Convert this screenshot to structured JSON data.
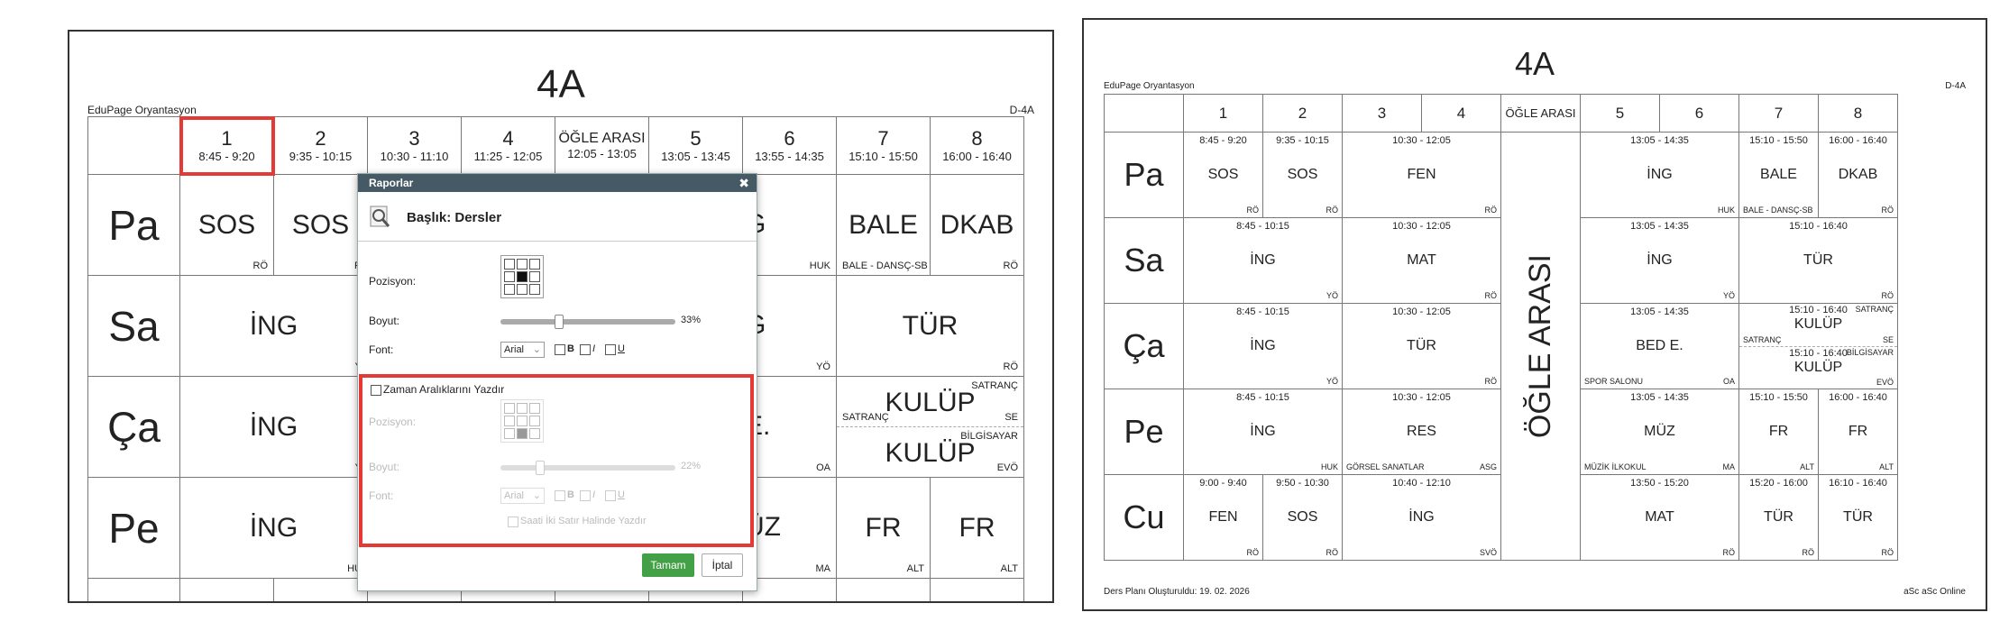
{
  "left": {
    "title": "4A",
    "school": "EduPage Oryantasyon",
    "code": "D-4A",
    "periods": [
      {
        "num": "1",
        "time": "8:45 - 9:20"
      },
      {
        "num": "2",
        "time": "9:35 - 10:15"
      },
      {
        "num": "3",
        "time": "10:30 - 11:10"
      },
      {
        "num": "4",
        "time": "11:25 - 12:05"
      },
      {
        "num": "ÖĞLE ARASI",
        "time": "12:05 - 13:05"
      },
      {
        "num": "5",
        "time": "13:05 - 13:45"
      },
      {
        "num": "6",
        "time": "13:55 - 14:35"
      },
      {
        "num": "7",
        "time": "15:10 - 15:50"
      },
      {
        "num": "8",
        "time": "16:00 - 16:40"
      }
    ],
    "days": [
      "Pa",
      "Sa",
      "Ça",
      "Pe"
    ],
    "cells": {
      "pa_1": "SOS",
      "pa_1_r": "RÖ",
      "pa_2": "SOS",
      "pa_2_r": "R",
      "pa_6": "G",
      "pa_6_r": "HUK",
      "pa_7": "BALE",
      "pa_7_l": "BALE - DANSÇ-SB",
      "pa_8": "DKAB",
      "pa_8_r": "RÖ",
      "sa_1": "İNG",
      "sa_1_r": "Y",
      "sa_6": "G",
      "sa_6_r": "YÖ",
      "sa_7": "TÜR",
      "sa_7_r": "RÖ",
      "ca_1": "İNG",
      "ca_1_r": "Y",
      "ca_6": "E.",
      "ca_6_r": "OA",
      "ca_7_a": "KULÜP",
      "ca_7_a_tr": "SATRANÇ",
      "ca_7_a_l": "SATRANÇ",
      "ca_7_a_r": "SE",
      "ca_7_b": "KULÜP",
      "ca_7_b_tr": "BİLGİSAYAR",
      "ca_7_b_r": "EVÖ",
      "pe_1": "İNG",
      "pe_1_r": "HU",
      "pe_6": "ÜZ",
      "pe_6_r": "MA",
      "pe_7": "FR",
      "pe_7_r": "ALT",
      "pe_8": "FR",
      "pe_8_r": "ALT"
    }
  },
  "dialog": {
    "window_title": "Raporlar",
    "heading": "Başlık: Dersler",
    "position_label": "Pozisyon:",
    "size_label": "Boyut:",
    "size_value": "33%",
    "size_fraction": 0.33,
    "font_label": "Font:",
    "font_value": "Arial",
    "bold": "B",
    "italic": "I",
    "underline": "U",
    "time_checkbox_label": "Zaman Aralıklarını Yazdır",
    "time_position_label": "Pozisyon:",
    "time_size_label": "Boyut:",
    "time_size_value": "22%",
    "time_size_fraction": 0.22,
    "time_font_label": "Font:",
    "time_font_value": "Arial",
    "two_rows_label": "Saati İki Satır Halinde Yazdır",
    "ok_label": "Tamam",
    "cancel_label": "İptal"
  },
  "right": {
    "title": "4A",
    "school": "EduPage Oryantasyon",
    "code": "D-4A",
    "headers": [
      "1",
      "2",
      "3",
      "4",
      "ÖĞLE ARASI",
      "5",
      "6",
      "7",
      "8"
    ],
    "lunch_vertical": "ÖĞLE ARASI",
    "days": [
      "Pa",
      "Sa",
      "Ça",
      "Pe",
      "Cu"
    ],
    "rows": {
      "pa": {
        "c1_t": "8:45 - 9:20",
        "c1": "SOS",
        "c1_r": "RÖ",
        "c2_t": "9:35 - 10:15",
        "c2": "SOS",
        "c2_r": "RÖ",
        "c34_t": "10:30 - 12:05",
        "c34": "FEN",
        "c34_r": "RÖ",
        "c56_t": "13:05 - 14:35",
        "c56": "İNG",
        "c56_r": "HUK",
        "c7_t": "15:10 - 15:50",
        "c7": "BALE",
        "c7_l": "BALE - DANSÇ-SB",
        "c8_t": "16:00 - 16:40",
        "c8": "DKAB",
        "c8_r": "RÖ"
      },
      "sa": {
        "c12_t": "8:45 - 10:15",
        "c12": "İNG",
        "c12_r": "YÖ",
        "c34_t": "10:30 - 12:05",
        "c34": "MAT",
        "c34_r": "RÖ",
        "c56_t": "13:05 - 14:35",
        "c56": "İNG",
        "c56_r": "YÖ",
        "c78_t": "15:10 - 16:40",
        "c78": "TÜR",
        "c78_r": "RÖ"
      },
      "ca": {
        "c12_t": "8:45 - 10:15",
        "c12": "İNG",
        "c12_r": "YÖ",
        "c34_t": "10:30 - 12:05",
        "c34": "TÜR",
        "c34_r": "RÖ",
        "c56_t": "13:05 - 14:35",
        "c56": "BED E.",
        "c56_l": "SPOR SALONU",
        "c56_r": "OA",
        "c78a_t": "15:10 - 16:40",
        "c78a_tr": "SATRANÇ",
        "c78a": "KULÜP",
        "c78a_l": "SATRANÇ",
        "c78a_r": "SE",
        "c78b_t": "15:10 - 16:40",
        "c78b_tr": "BİLGİSAYAR",
        "c78b": "KULÜP",
        "c78b_r": "EVÖ"
      },
      "pe": {
        "c12_t": "8:45 - 10:15",
        "c12": "İNG",
        "c12_r": "HUK",
        "c34_t": "10:30 - 12:05",
        "c34": "RES",
        "c34_l": "GÖRSEL SANATLAR",
        "c34_r": "ASG",
        "c56_t": "13:05 - 14:35",
        "c56": "MÜZ",
        "c56_l": "MÜZİK İLKOKUL",
        "c56_r": "MA",
        "c7_t": "15:10 - 15:50",
        "c7": "FR",
        "c7_r": "ALT",
        "c8_t": "16:00 - 16:40",
        "c8": "FR",
        "c8_r": "ALT"
      },
      "cu": {
        "c1_t": "9:00 - 9:40",
        "c1": "FEN",
        "c1_r": "RÖ",
        "c2_t": "9:50 - 10:30",
        "c2": "SOS",
        "c2_r": "RÖ",
        "c34_t": "10:40 - 12:10",
        "c34": "İNG",
        "c34_r": "SVÖ",
        "c56_t": "13:50 - 15:20",
        "c56": "MAT",
        "c56_r": "RÖ",
        "c7_t": "15:20 - 16:00",
        "c7": "TÜR",
        "c7_r": "RÖ",
        "c8_t": "16:10 - 16:40",
        "c8": "TÜR",
        "c8_r": "RÖ"
      }
    },
    "footer_left": "Ders Planı Oluşturuldu: 19. 02. 2026",
    "footer_right": "aSc aSc Online"
  },
  "colors": {
    "highlight": "#e53935",
    "dialog_bar": "#455a64",
    "ok_button": "#43a047"
  }
}
